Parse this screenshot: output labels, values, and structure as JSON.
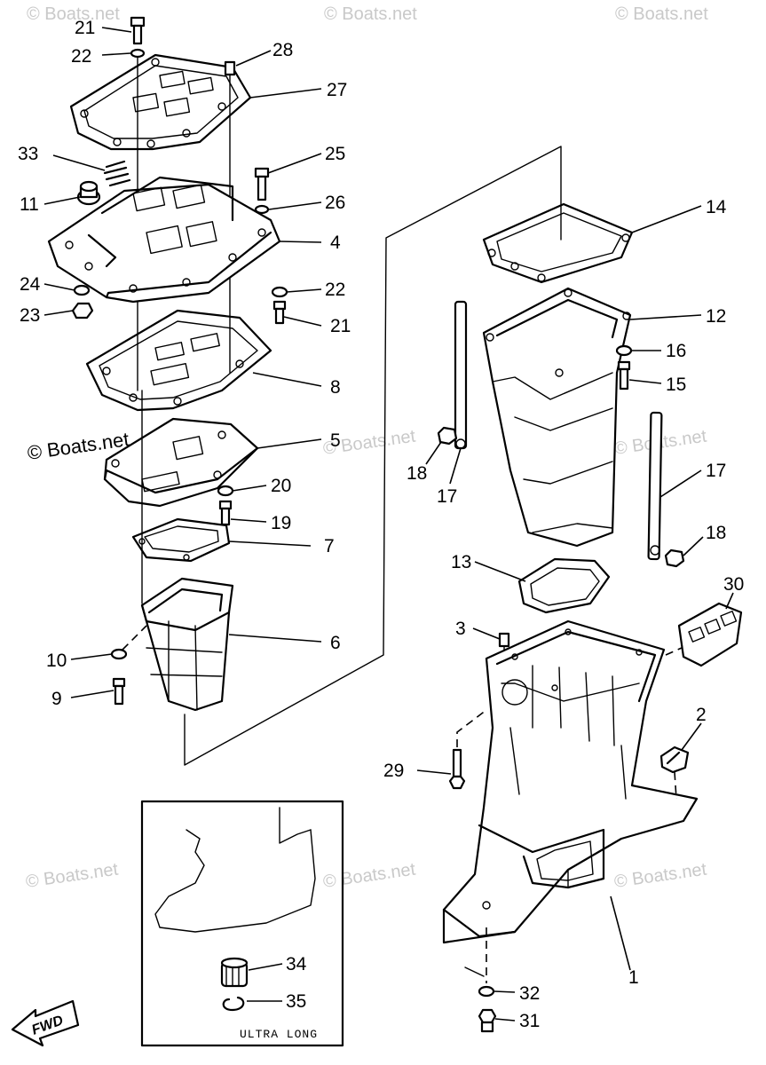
{
  "watermarks": {
    "faint": "© Boats.net",
    "prominent": "© Boats.net"
  },
  "callouts": {
    "c1": "1",
    "c2": "2",
    "c3": "3",
    "c4": "4",
    "c5": "5",
    "c6": "6",
    "c7": "7",
    "c8": "8",
    "c9": "9",
    "c10": "10",
    "c11": "11",
    "c12": "12",
    "c13": "13",
    "c14": "14",
    "c15": "15",
    "c16": "16",
    "c17a": "17",
    "c17b": "17",
    "c18a": "18",
    "c18b": "18",
    "c19": "19",
    "c20": "20",
    "c21a": "21",
    "c21b": "21",
    "c22a": "22",
    "c22b": "22",
    "c23": "23",
    "c24": "24",
    "c25": "25",
    "c26": "26",
    "c27": "27",
    "c28": "28",
    "c29": "29",
    "c30": "30",
    "c31": "31",
    "c32": "32",
    "c33": "33",
    "c34": "34",
    "c35": "35"
  },
  "inset": {
    "label": "ULTRA LONG"
  },
  "fwd": {
    "label": "FWD"
  }
}
